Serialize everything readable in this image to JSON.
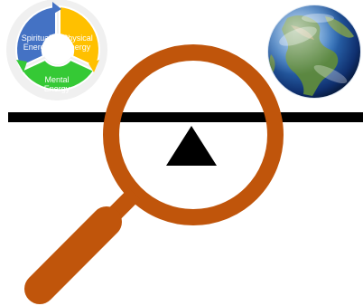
{
  "energy_cycle": {
    "segments": [
      {
        "line1": "Spiritual",
        "line2": "Energy",
        "color": "#4472c4"
      },
      {
        "line1": "Physical",
        "line2": "Energy",
        "color": "#ffc000"
      },
      {
        "line1": "Mental",
        "line2": "Energy",
        "color": "#35c935"
      }
    ]
  },
  "colors": {
    "magnifier": "#c0550b",
    "beam": "#000000",
    "fulcrum": "#000000"
  },
  "icons": {
    "globe": "earth-globe-icon",
    "magnifier": "magnifying-glass-icon",
    "fulcrum": "triangle-fulcrum-icon"
  }
}
